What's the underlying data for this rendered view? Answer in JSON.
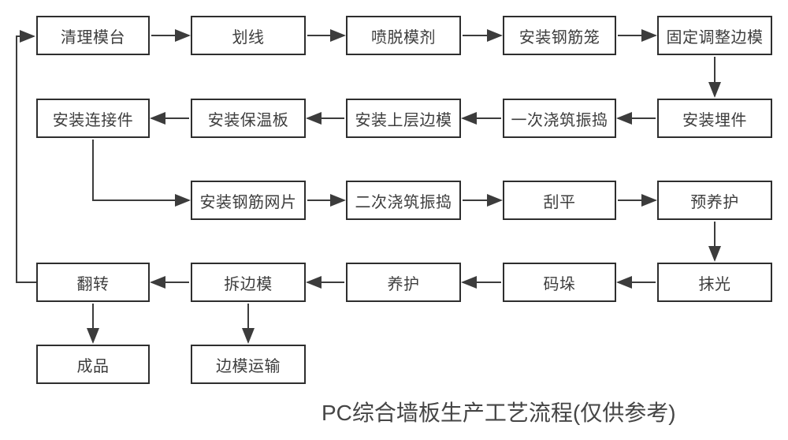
{
  "title": {
    "text": "PC综合墙板生产工艺流程(仅供参考)"
  },
  "colors": {
    "background": "#ffffff",
    "node_fill": "#ffffff",
    "node_border": "#2e2e2e",
    "node_text": "#3d3d3d",
    "connector": "#3c3c3c",
    "title_text": "#454545"
  },
  "nodes": [
    {
      "id": "clean-mold-platform",
      "label": "清理模台"
    },
    {
      "id": "scribe-lines",
      "label": "划线"
    },
    {
      "id": "spray-release-agent",
      "label": "喷脱模剂"
    },
    {
      "id": "install-rebar-cage",
      "label": "安装钢筋笼"
    },
    {
      "id": "fix-adjust-side-molds",
      "label": "固定调整边模"
    },
    {
      "id": "install-connectors",
      "label": "安装连接件"
    },
    {
      "id": "install-insulation-board",
      "label": "安装保温板"
    },
    {
      "id": "install-upper-side-molds",
      "label": "安装上层边模"
    },
    {
      "id": "first-pour-vibrate",
      "label": "一次浇筑振捣"
    },
    {
      "id": "install-embedded-parts",
      "label": "安装埋件"
    },
    {
      "id": "install-rebar-mesh",
      "label": "安装钢筋网片"
    },
    {
      "id": "second-pour-vibrate",
      "label": "二次浇筑振捣"
    },
    {
      "id": "scrape-flat",
      "label": "刮平"
    },
    {
      "id": "pre-curing",
      "label": "预养护"
    },
    {
      "id": "flip-over",
      "label": "翻转"
    },
    {
      "id": "remove-side-molds",
      "label": "拆边模"
    },
    {
      "id": "curing",
      "label": "养护"
    },
    {
      "id": "stacking",
      "label": "码垛"
    },
    {
      "id": "trowel-smooth",
      "label": "抹光"
    },
    {
      "id": "finished-product",
      "label": "成品"
    },
    {
      "id": "side-mold-transport",
      "label": "边模运输"
    }
  ],
  "edges": [
    {
      "from": "清理模台",
      "to": "划线"
    },
    {
      "from": "划线",
      "to": "喷脱模剂"
    },
    {
      "from": "喷脱模剂",
      "to": "安装钢筋笼"
    },
    {
      "from": "安装钢筋笼",
      "to": "固定调整边模"
    },
    {
      "from": "固定调整边模",
      "to": "安装埋件"
    },
    {
      "from": "安装埋件",
      "to": "一次浇筑振捣"
    },
    {
      "from": "一次浇筑振捣",
      "to": "安装上层边模"
    },
    {
      "from": "安装上层边模",
      "to": "安装保温板"
    },
    {
      "from": "安装保温板",
      "to": "安装连接件"
    },
    {
      "from": "安装连接件",
      "to": "安装钢筋网片"
    },
    {
      "from": "安装钢筋网片",
      "to": "二次浇筑振捣"
    },
    {
      "from": "二次浇筑振捣",
      "to": "刮平"
    },
    {
      "from": "刮平",
      "to": "预养护"
    },
    {
      "from": "预养护",
      "to": "抹光"
    },
    {
      "from": "抹光",
      "to": "码垛"
    },
    {
      "from": "码垛",
      "to": "养护"
    },
    {
      "from": "养护",
      "to": "拆边模"
    },
    {
      "from": "拆边模",
      "to": "翻转"
    },
    {
      "from": "翻转",
      "to": "成品"
    },
    {
      "from": "拆边模",
      "to": "边模运输"
    },
    {
      "from": "翻转",
      "to": "清理模台"
    }
  ]
}
